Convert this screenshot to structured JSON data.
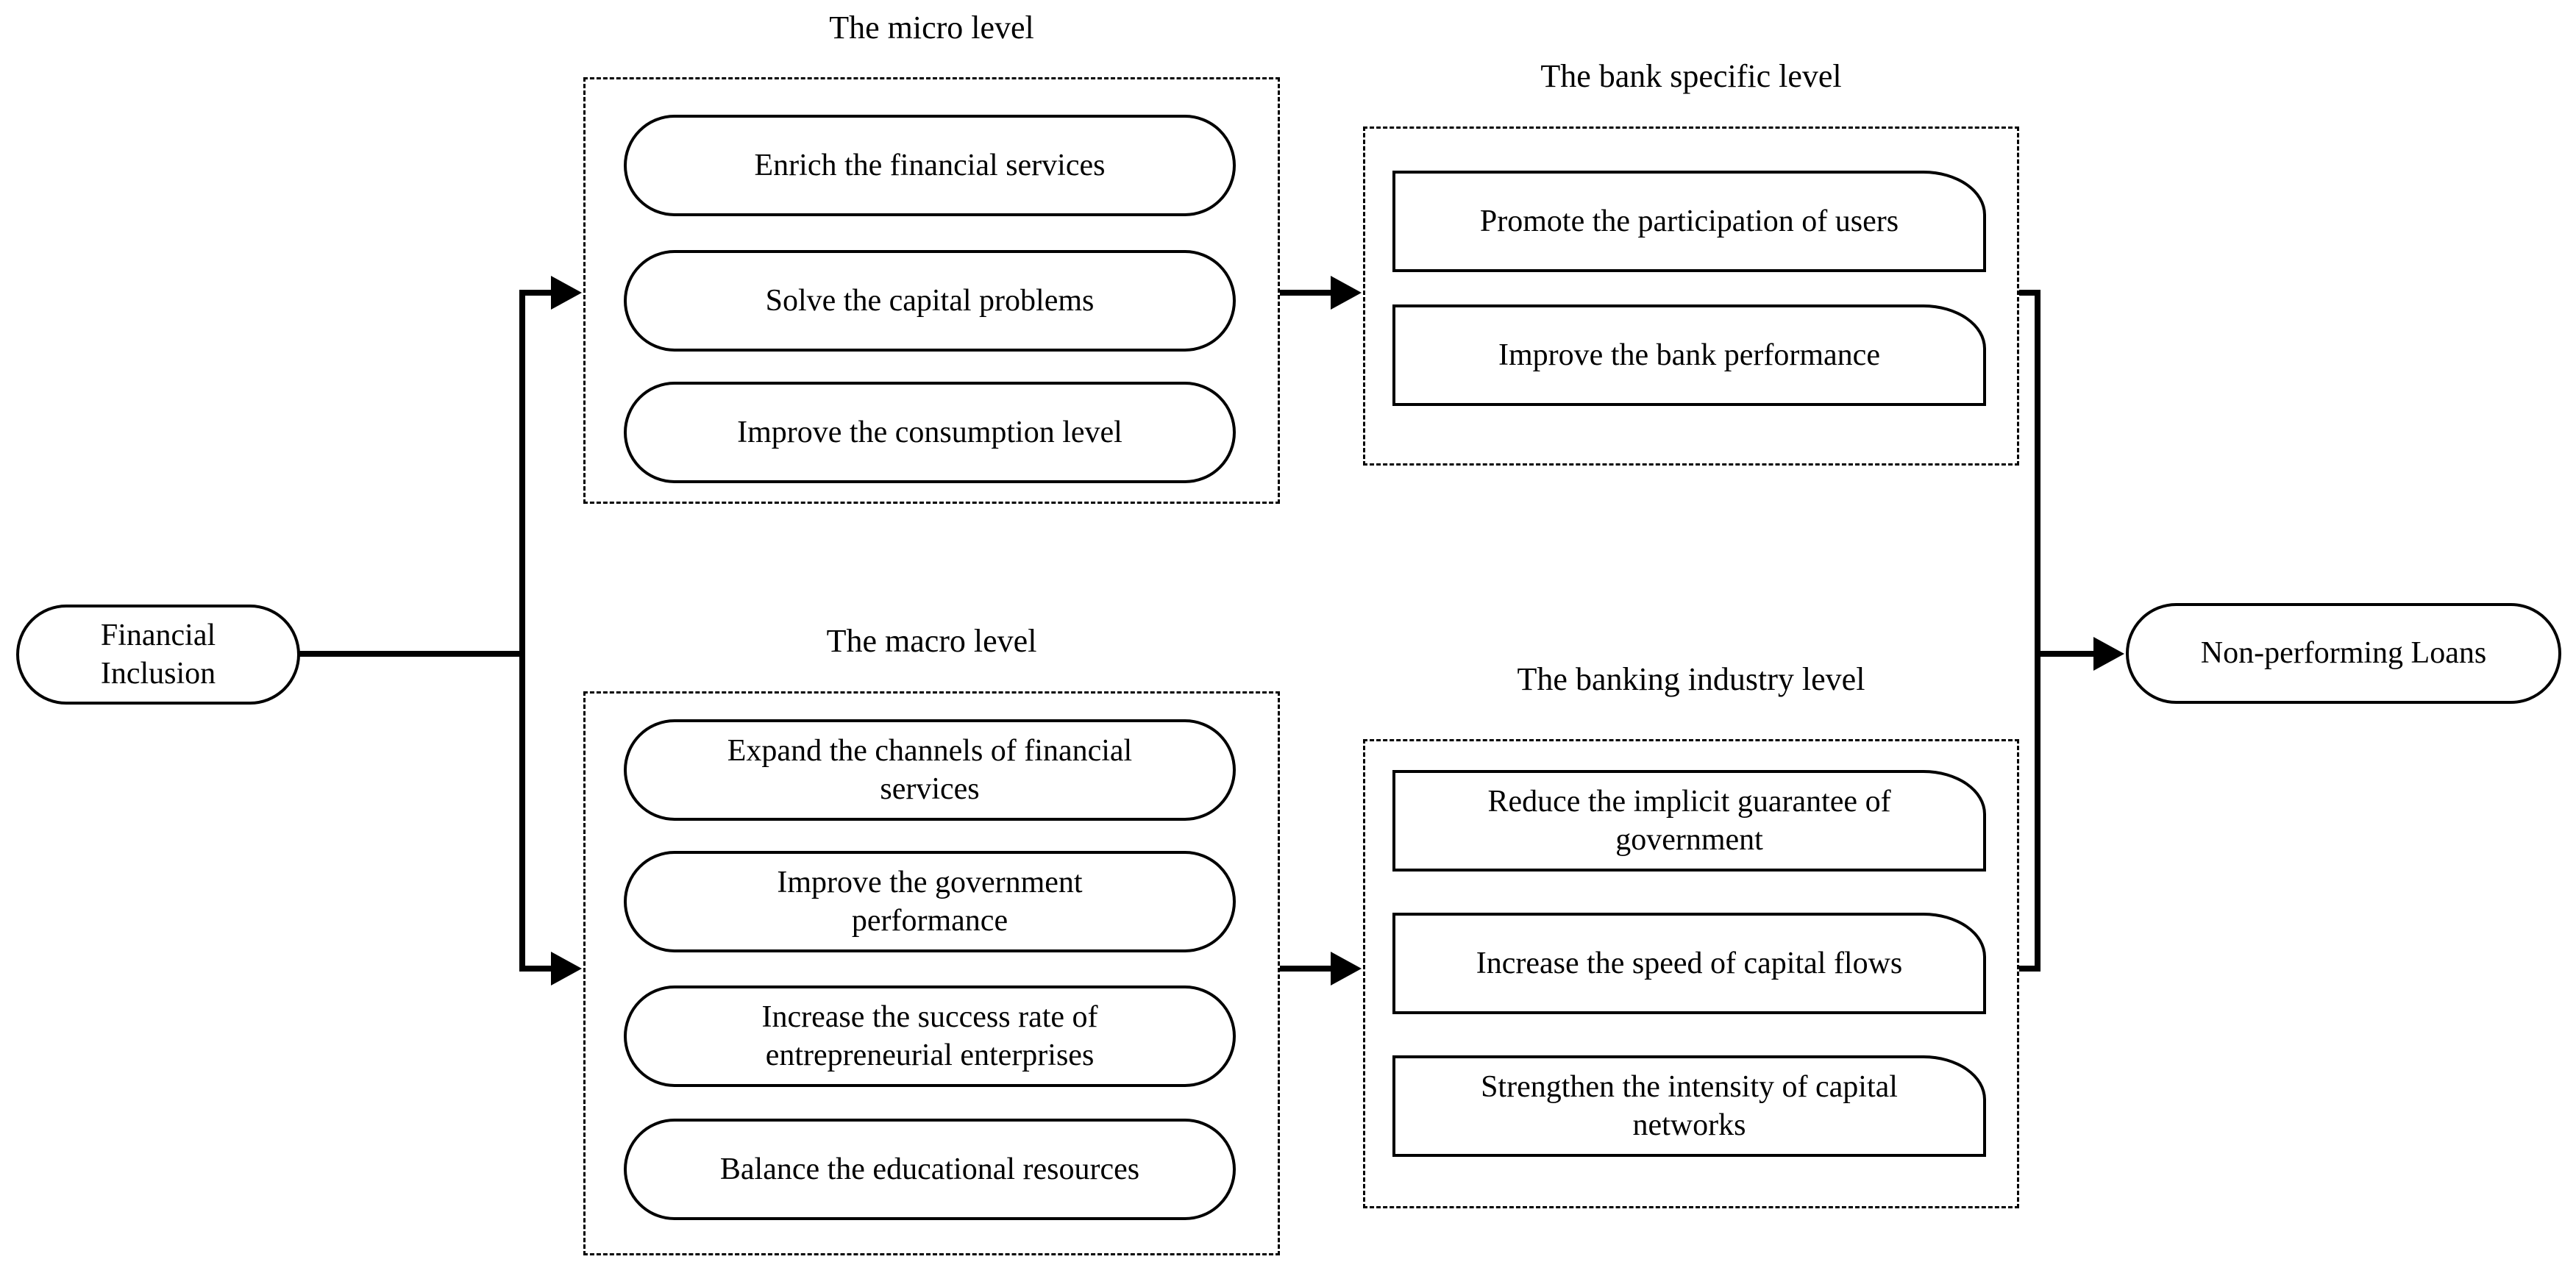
{
  "diagram": {
    "background_color": "#ffffff",
    "line_color": "#000000",
    "text_color": "#000000",
    "source": {
      "label": "Financial Inclusion"
    },
    "sink": {
      "label": "Non-performing Loans"
    },
    "groups": [
      {
        "title": "The micro level",
        "items": [
          "Enrich the financial services",
          "Solve the capital problems",
          "Improve the consumption level"
        ]
      },
      {
        "title": "The macro level",
        "items": [
          "Expand the channels of financial\nservices",
          "Improve the government\nperformance",
          "Increase the success rate of\nentrepreneurial enterprises",
          "Balance the educational resources"
        ]
      },
      {
        "title": "The bank specific level",
        "items": [
          "Promote the participation of users",
          "Improve the bank performance"
        ]
      },
      {
        "title": "The banking industry level",
        "items": [
          "Reduce the implicit guarantee of\ngovernment",
          "Increase the speed of capital flows",
          "Strengthen the intensity of capital\nnetworks"
        ]
      }
    ],
    "edges": [
      {
        "from": "Financial Inclusion",
        "to": "The micro level"
      },
      {
        "from": "Financial Inclusion",
        "to": "The macro level"
      },
      {
        "from": "The micro level",
        "to": "The bank specific level"
      },
      {
        "from": "The macro level",
        "to": "The banking industry level"
      },
      {
        "from": "The bank specific level",
        "to": "Non-performing Loans"
      },
      {
        "from": "The banking industry level",
        "to": "Non-performing Loans"
      }
    ]
  }
}
